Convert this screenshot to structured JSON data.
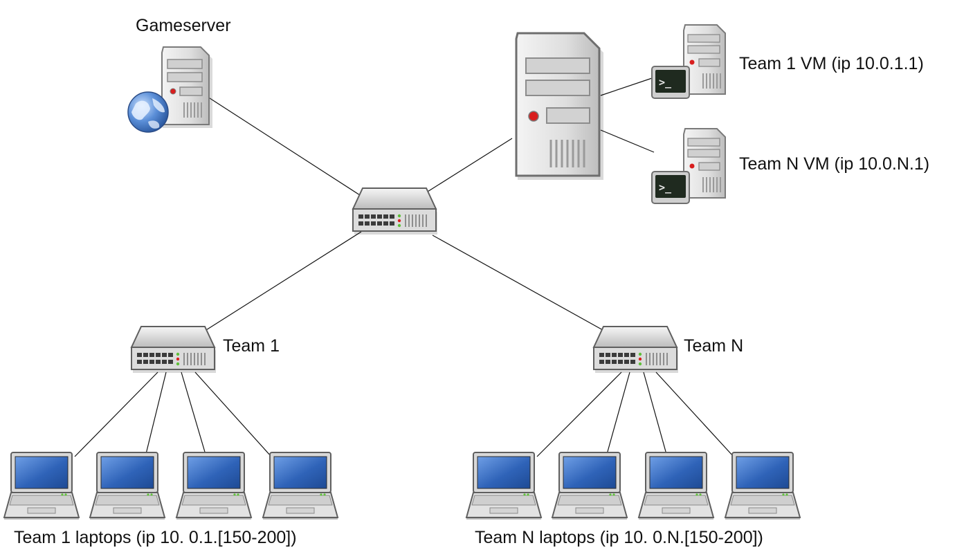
{
  "labels": {
    "gameserver": "Gameserver",
    "team1_vm": "Team 1 VM (ip 10.0.1.1)",
    "teamN_vm": "Team N VM (ip 10.0.N.1)",
    "team1": "Team 1",
    "teamN": "Team N",
    "team1_laptops": "Team 1 laptops (ip 10. 0.1.[150-200])",
    "teamN_laptops": "Team N laptops (ip 10. 0.N.[150-200])"
  },
  "icons": {
    "gameserver": "web-server-icon",
    "vm_host": "server-tower-icon",
    "vm": "terminal-server-icon",
    "switch": "network-switch-icon",
    "laptop": "laptop-icon"
  },
  "colors": {
    "line": "#111111",
    "screen_blue": "#3c74c8",
    "server_body": "#e4e4e4",
    "led_red": "#d81e1e",
    "led_green": "#5fbf3a"
  }
}
